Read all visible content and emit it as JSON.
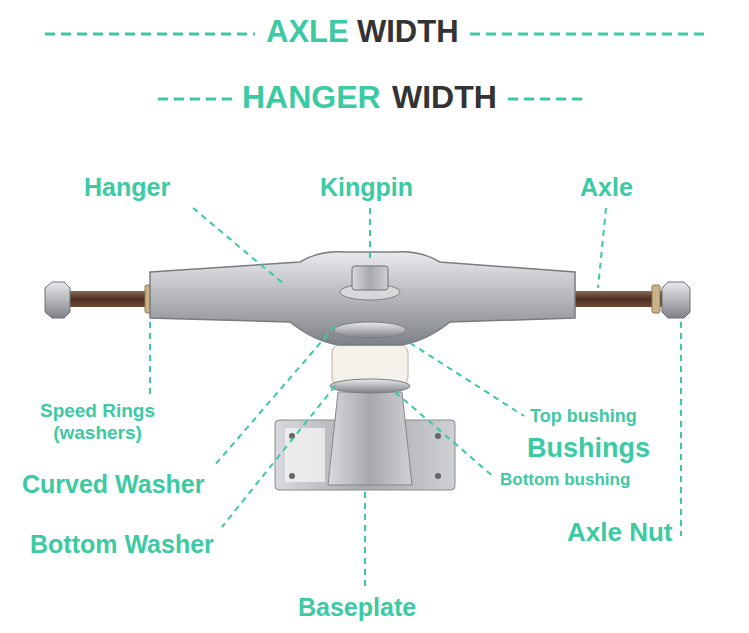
{
  "diagram": {
    "labels": [
      "AXLE",
      "WIDTH",
      "HANGER",
      "WIDTH",
      "Hanger",
      "Kingpin",
      "Axle",
      "Speed Rings (washers)",
      "Top bushing",
      "Bushings",
      "Bottom bushing",
      "Curved Washer",
      "Bottom Washer",
      "Axle Nut",
      "Baseplate"
    ]
  }
}
